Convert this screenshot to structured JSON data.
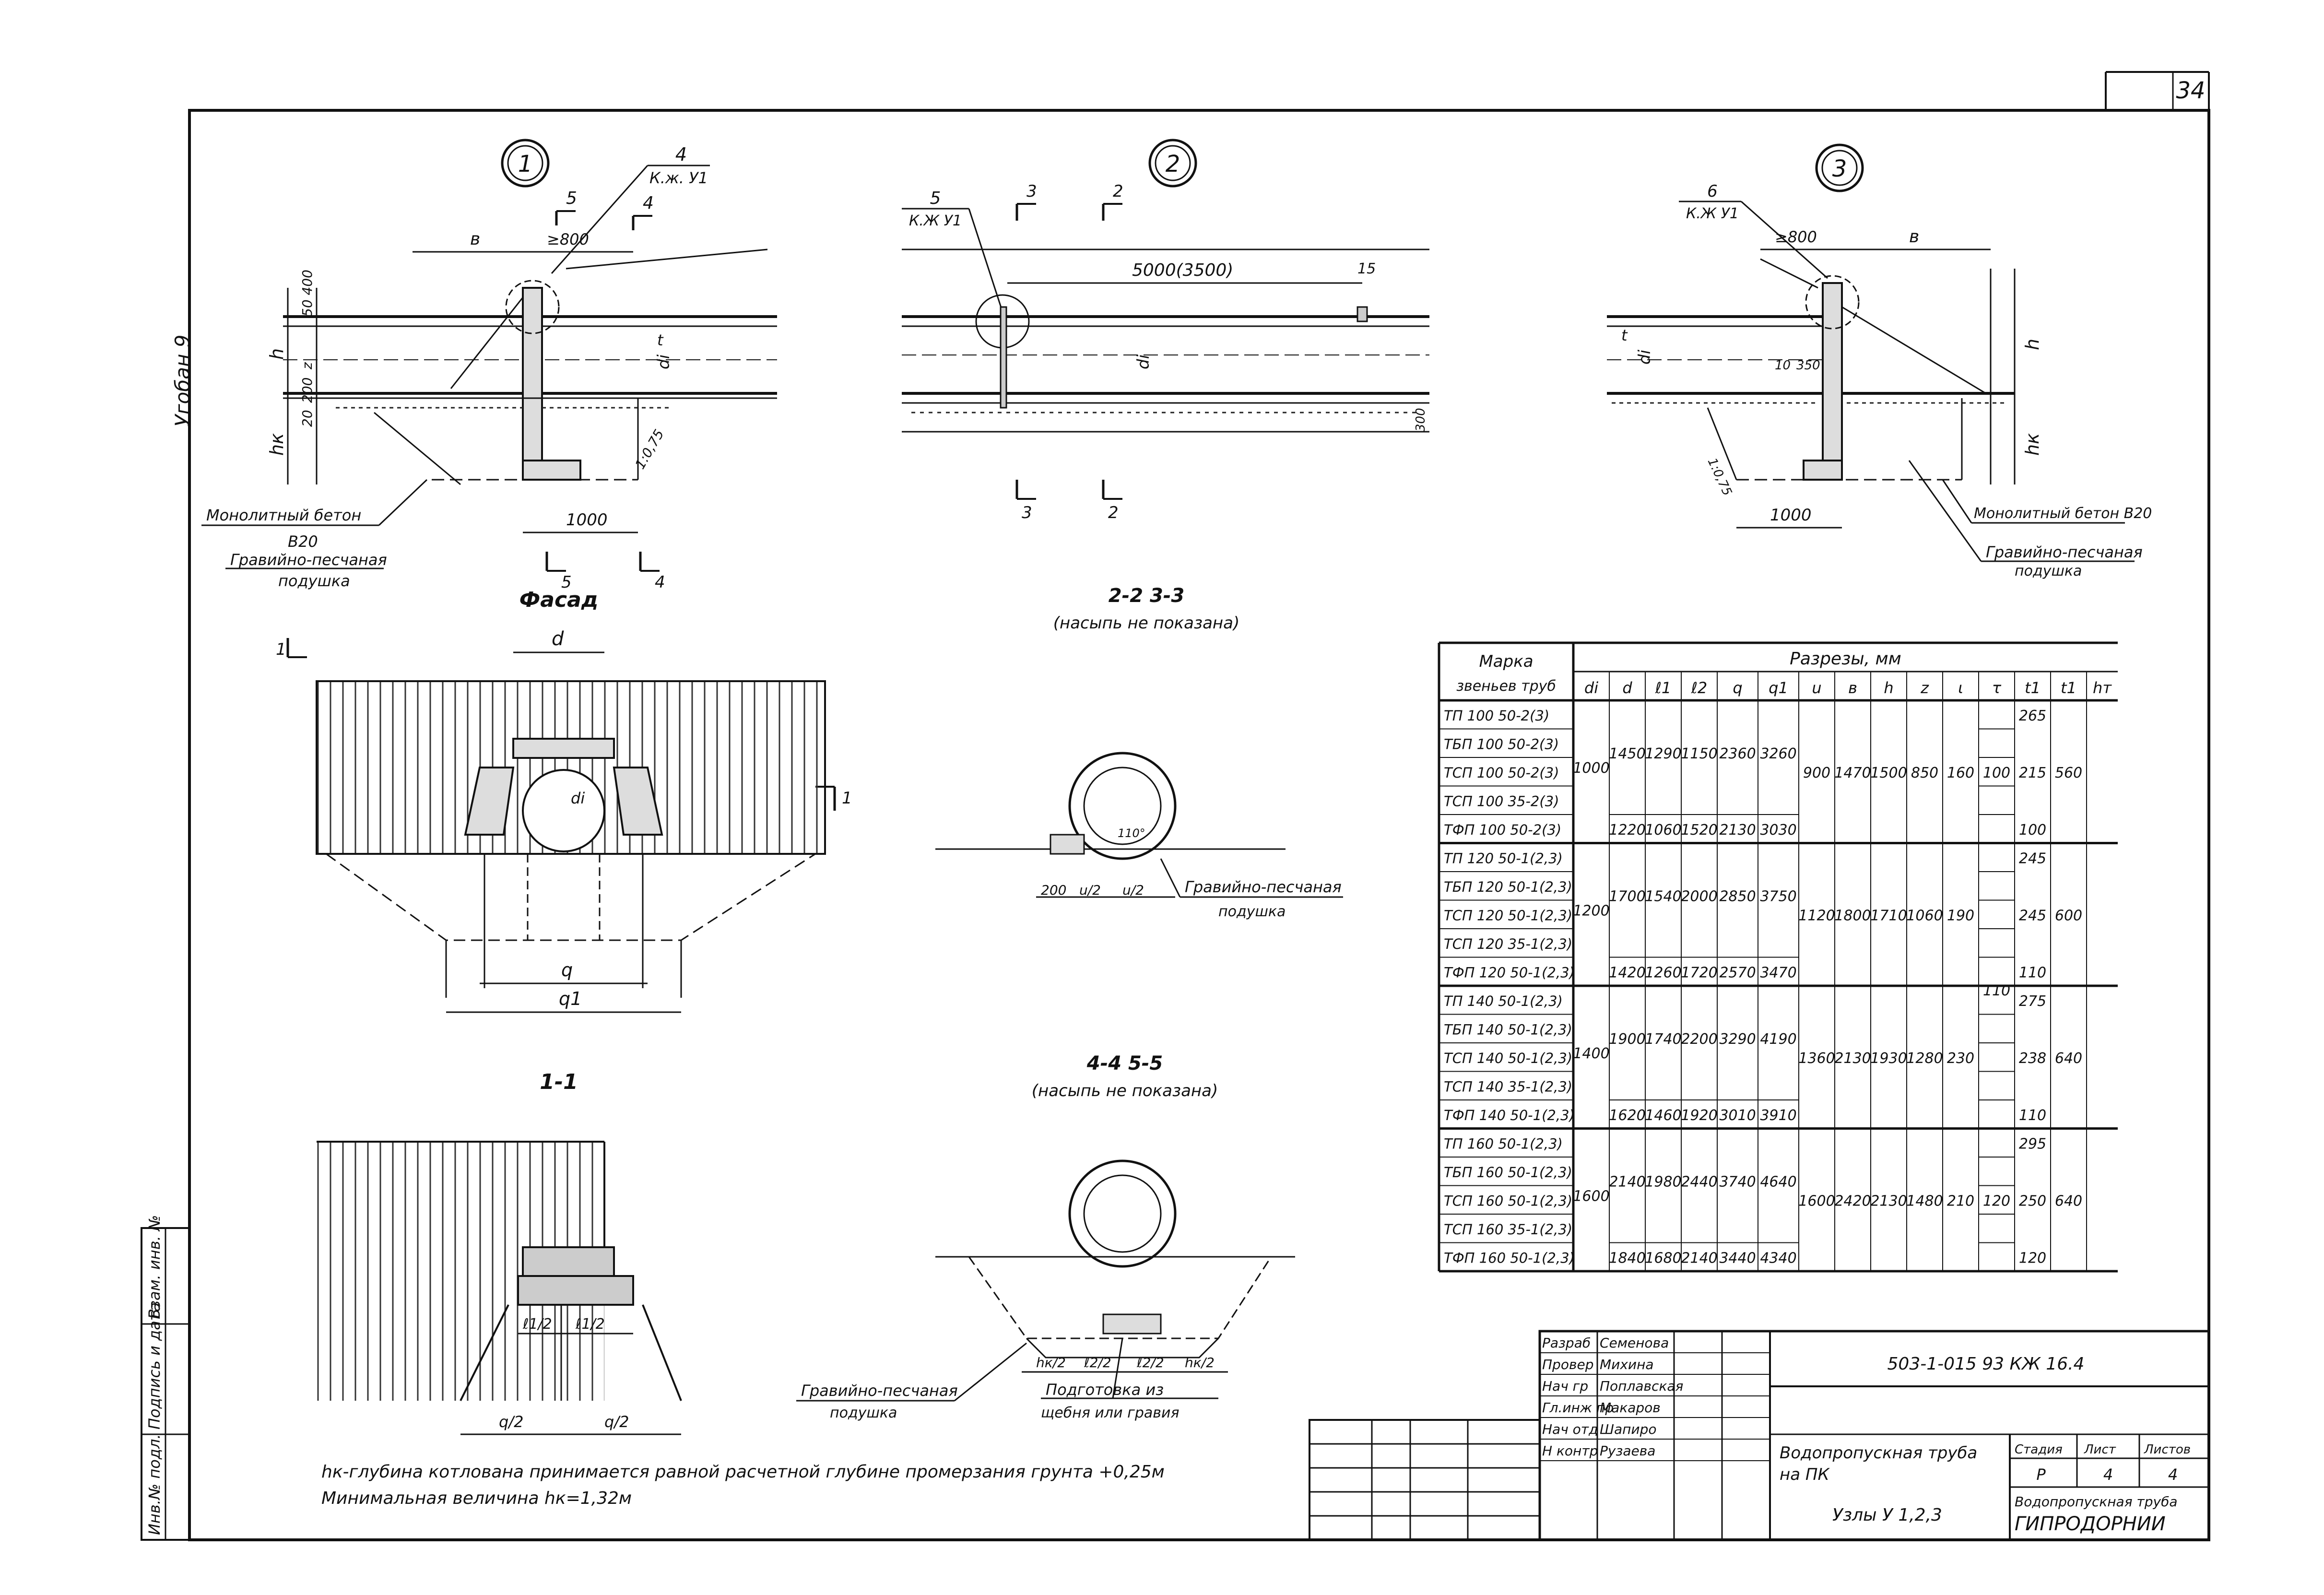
{
  "sheet_number": "34",
  "side_label": "Угобан 9",
  "nodes": {
    "n1": {
      "circle": "1",
      "tag_num": "4",
      "tag_ref": "К.ж. У1",
      "sec_a": "5",
      "sec_b": "4",
      "dim_b": "в",
      "dim_800": "≥800",
      "dim_1000": "1000",
      "rows": [
        "50 400",
        "z",
        "200",
        "20"
      ],
      "h": "h",
      "hk": "hк",
      "di": "di",
      "t": "t",
      "slope": "1:0,75",
      "lbl_concrete": "Монолитный бетон",
      "lbl_b20": "В20",
      "lbl_cushion": "Гравийно-песчаная",
      "lbl_cushion2": "подушка"
    },
    "n2": {
      "circle": "2",
      "tag_num": "5",
      "tag_ref": "К.Ж У1",
      "sec_a": "3",
      "sec_b": "2",
      "dim_main": "5000(3500)",
      "dim_15": "15",
      "di": "di",
      "dim_300": "300"
    },
    "n3": {
      "circle": "3",
      "tag_num": "6",
      "tag_ref": "К.Ж У1",
      "dim_800": "≥800",
      "dim_b": "в",
      "dim_1000": "1000",
      "h": "h",
      "hk": "hк",
      "di": "di",
      "t": "t",
      "slope": "1:0,75",
      "dim_10": "10",
      "dim_350": "350",
      "lbl_concrete": "Монолитный бетон В20",
      "lbl_cushion": "Гравийно-песчаная",
      "lbl_cushion2": "подушка"
    }
  },
  "views": {
    "facade": "Фасад",
    "facade_d": "d",
    "facade_q": "q",
    "facade_q1": "q1",
    "facade_di": "di",
    "facade_sec": "1",
    "sec22": "2-2  3-3",
    "sec22_note": "(насыпь не показана)",
    "sec22_cushion": "Гравийно-песчаная",
    "sec22_cushion2": "подушка",
    "sec22_200": "200",
    "sec22_u2": "u/2",
    "sec22_110": "110°",
    "sec11": "1-1",
    "sec11_l2": "ℓ1/2",
    "sec11_q2": "q/2",
    "sec44": "4-4  5-5",
    "sec44_note": "(насыпь не показана)",
    "sec44_cushion": "Гравийно-песчаная",
    "sec44_cushion2": "подушка",
    "sec44_prep": "Подготовка из",
    "sec44_prep2": "щебня или гравия",
    "sec44_hk2": "hк/2",
    "sec44_l22": "ℓ2/2"
  },
  "notes": {
    "line1": "hк-глубина котлована принимается равной расчетной глубине промерзания грунта +0,25м",
    "line2": "Минимальная величина hк=1,32м"
  },
  "table": {
    "head_mark": "Марка",
    "head_mark2": "звеньев труб",
    "head_sections": "Разрезы, мм",
    "columns": [
      "di",
      "d",
      "ℓ1",
      "ℓ2",
      "q",
      "q1",
      "u",
      "в",
      "h",
      "z",
      "ι",
      "τ",
      "t1",
      "t1",
      "hт"
    ],
    "marks": [
      "ТП 100 50-2(3)",
      "ТБП 100 50-2(3)",
      "ТСП 100 50-2(3)",
      "ТСП 100 35-2(3)",
      "ТФП 100 50-2(3)",
      "ТП 120 50-1(2,3)",
      "ТБП 120 50-1(2,3)",
      "ТСП 120 50-1(2,3)",
      "ТСП 120 35-1(2,3)",
      "ТФП 120 50-1(2,3)",
      "ТП 140 50-1(2,3)",
      "ТБП 140 50-1(2,3)",
      "ТСП 140 50-1(2,3)",
      "ТСП 140 35-1(2,3)",
      "ТФП 140 50-1(2,3)",
      "ТП 160 50-1(2,3)",
      "ТБП 160 50-1(2,3)",
      "ТСП 160 50-1(2,3)",
      "ТСП 160 35-1(2,3)",
      "ТФП 160 50-1(2,3)"
    ],
    "groups": [
      {
        "di": "1000",
        "main": [
          "1450",
          "1290",
          "1150",
          "2360",
          "3260"
        ],
        "alt": [
          "1220",
          "1060",
          "1520",
          "2130",
          "3030"
        ],
        "u": "900",
        "b": "1470",
        "h": "1500",
        "z": "850",
        "l": "160",
        "tau": "100",
        "t1": [
          "265",
          "215",
          "100"
        ],
        "t2": "560"
      },
      {
        "di": "1200",
        "main": [
          "1700",
          "1540",
          "2000",
          "2850",
          "3750"
        ],
        "alt": [
          "1420",
          "1260",
          "1720",
          "2570",
          "3470"
        ],
        "u": "1120",
        "b": "1800",
        "h": "1710",
        "z": "1060",
        "l": "190",
        "tau": "",
        "t1": [
          "245",
          "245",
          "110"
        ],
        "t2": "600"
      },
      {
        "di": "1400",
        "main": [
          "1900",
          "1740",
          "2200",
          "3290",
          "4190"
        ],
        "alt": [
          "1620",
          "1460",
          "1920",
          "3010",
          "3910"
        ],
        "u": "1360",
        "b": "2130",
        "h": "1930",
        "z": "1280",
        "l": "230",
        "tau": "",
        "t1": [
          "275",
          "238",
          "110"
        ],
        "t2": "640"
      },
      {
        "di": "1600",
        "main": [
          "2140",
          "1980",
          "2440",
          "3740",
          "4640"
        ],
        "alt": [
          "1840",
          "1680",
          "2140",
          "3440",
          "4340"
        ],
        "u": "1600",
        "b": "2420",
        "h": "2130",
        "z": "1480",
        "l": "210",
        "tau": "120",
        "t1": [
          "295",
          "250",
          "120"
        ],
        "t2": "640"
      }
    ],
    "tau_mid": "110"
  },
  "title_block": {
    "code": "503-1-015 93 КЖ 16.4",
    "roles": [
      "Разраб",
      "Провер",
      "Нач гр",
      "Гл.инж пр",
      "Нач отд",
      "Н контр"
    ],
    "names": [
      "Семенова",
      "Михина",
      "Поплавская",
      "Макаров",
      "Шапиро",
      "Рузаева"
    ],
    "title1": "Водопропускная труба",
    "title2": "на ПК",
    "title3": "Узлы У 1,2,3",
    "stage_h": "Стадия",
    "sheet_h": "Лист",
    "sheets_h": "Листов",
    "stage": "Р",
    "sheet": "4",
    "sheets": "4",
    "org": "Водопропускная труба",
    "org2": "ГИПРОДОРНИИ"
  },
  "left_strip": [
    "Инв.№ подл.",
    "Подпись и дата",
    "Взам. инв. №"
  ]
}
